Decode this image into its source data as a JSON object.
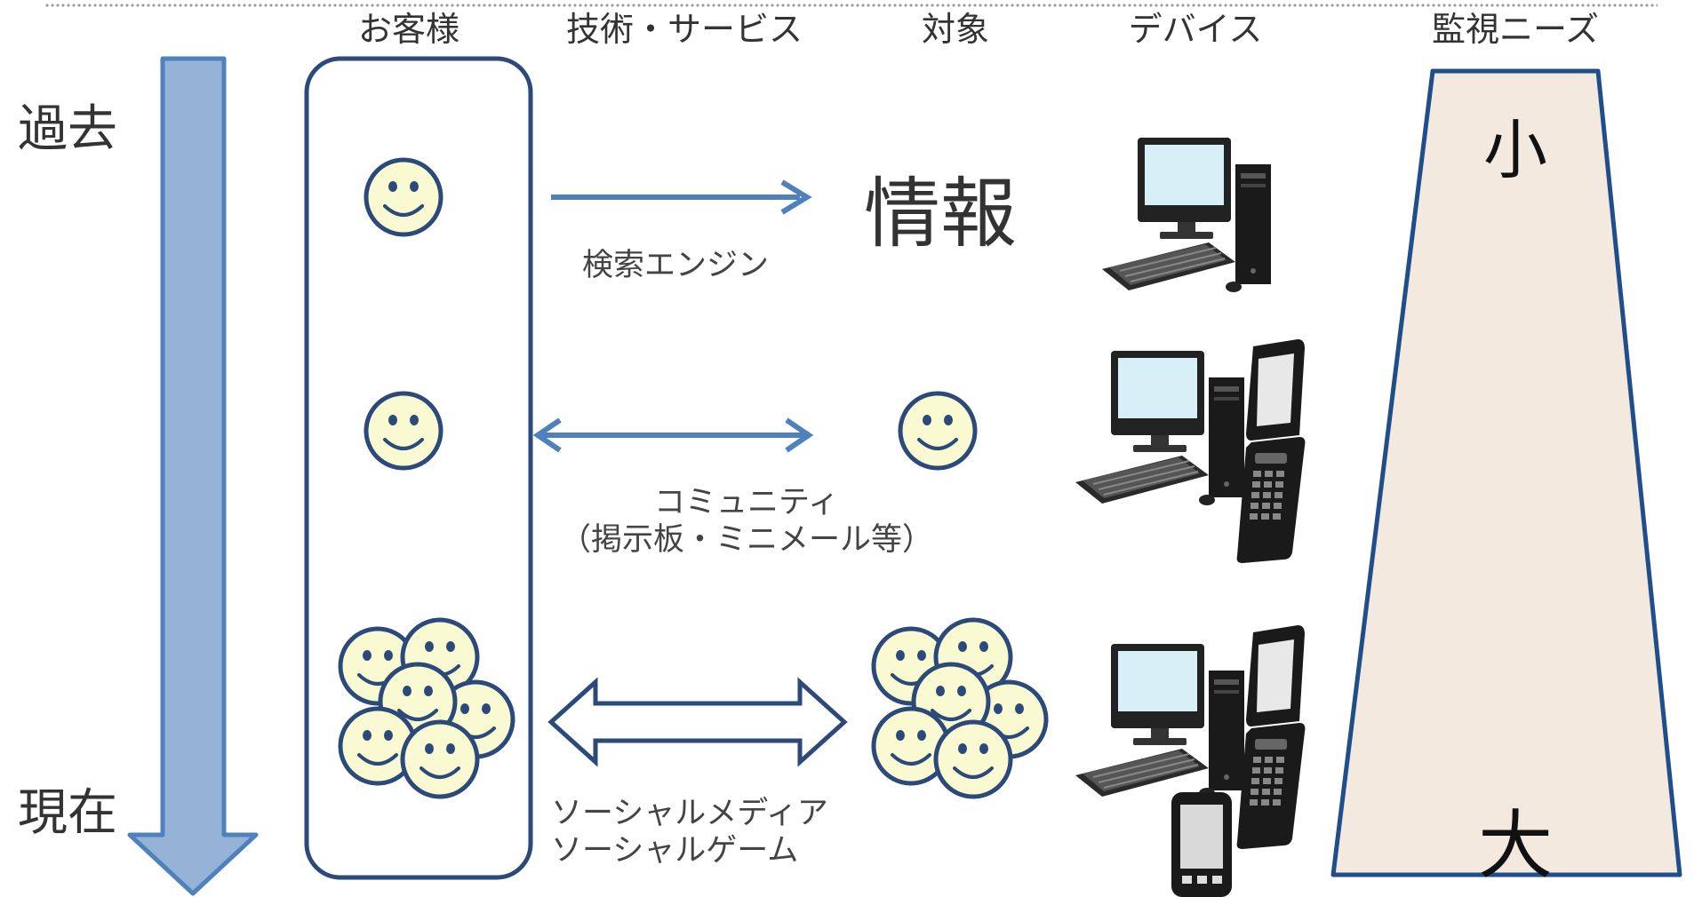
{
  "headers": {
    "customer": "お客様",
    "tech": "技術・サービス",
    "target": "対象",
    "device": "デバイス",
    "needs": "監視ニーズ"
  },
  "timeline": {
    "past": "過去",
    "present": "現在"
  },
  "rows": [
    {
      "service": "検索エンジン",
      "target_text": "情報"
    },
    {
      "service_line1": "コミュニティ",
      "service_line2": "（掲示板・ミニメール等）"
    },
    {
      "service_line1": "ソーシャルメディア",
      "service_line2": "ソーシャルゲーム"
    }
  ],
  "needs_scale": {
    "small": "小",
    "large": "大"
  },
  "colors": {
    "time_arrow": "#95b3d7",
    "arrow_stroke": "#4f81bd",
    "face_fill": "#fafad2",
    "face_stroke": "#2b4a7a",
    "trapezoid_fill": "#f3e9df",
    "trapezoid_stroke": "#1f4e8a"
  }
}
